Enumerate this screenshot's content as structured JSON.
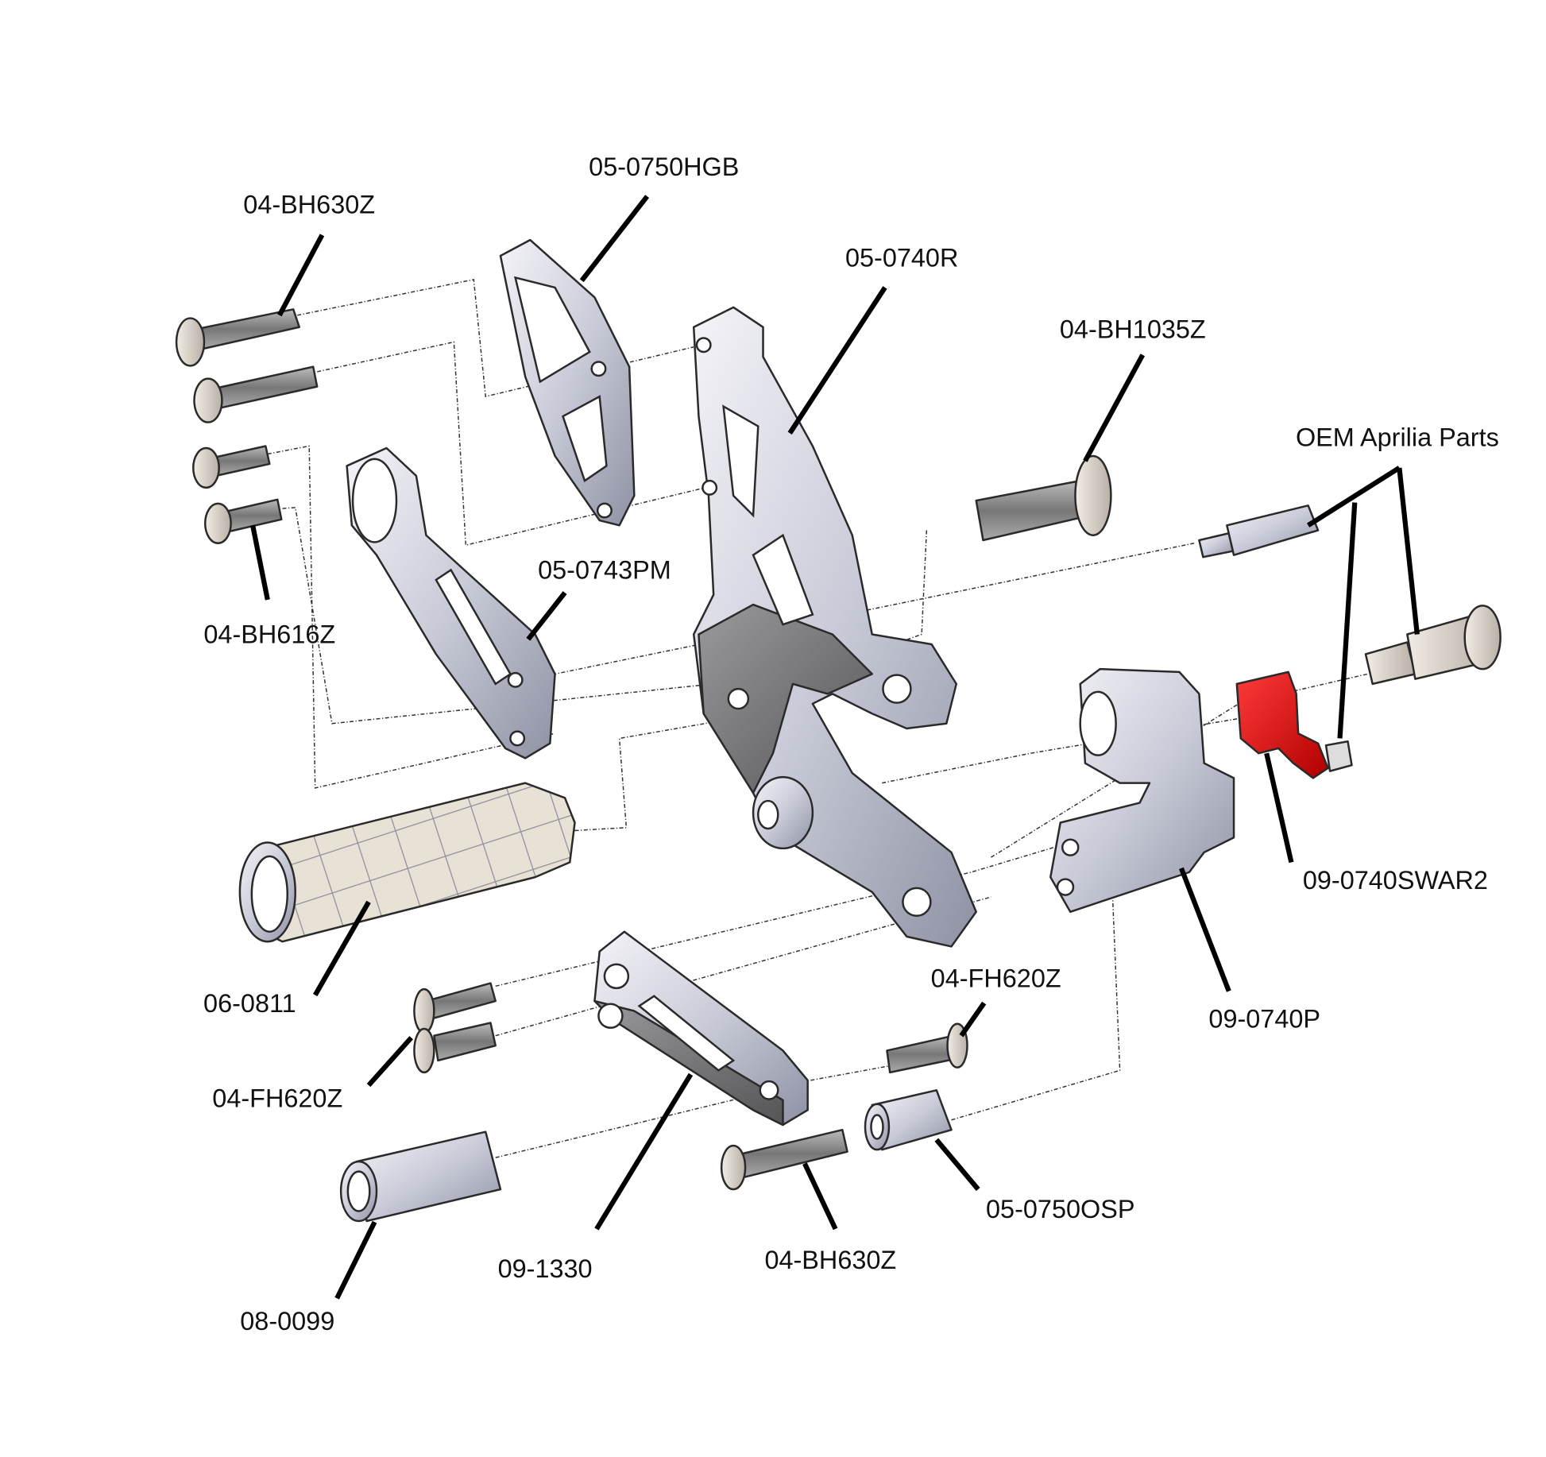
{
  "diagram": {
    "title": "Exploded parts diagram",
    "labels": {
      "hanger_bracket": "05-0750HGB",
      "bolt_top": "04-BH630Z",
      "rearset_plate": "05-0740R",
      "pivot_bolt": "04-BH1035Z",
      "oem_parts": "OEM Aprilia Parts",
      "pedal_arm": "05-0743PM",
      "short_bolts": "04-BH616Z",
      "switch_bracket": "09-0740SWAR2",
      "footpeg": "06-0811",
      "fh_bolt_right": "04-FH620Z",
      "pivot_block": "09-0740P",
      "fh_bolts_left": "04-FH620Z",
      "spacer": "05-0750OSP",
      "link_plate": "09-1330",
      "bolt_bottom": "04-BH630Z",
      "sleeve": "08-0099"
    },
    "colors": {
      "highlight": "#e01010",
      "metal": "#c8cad6",
      "leader": "#000000"
    }
  }
}
